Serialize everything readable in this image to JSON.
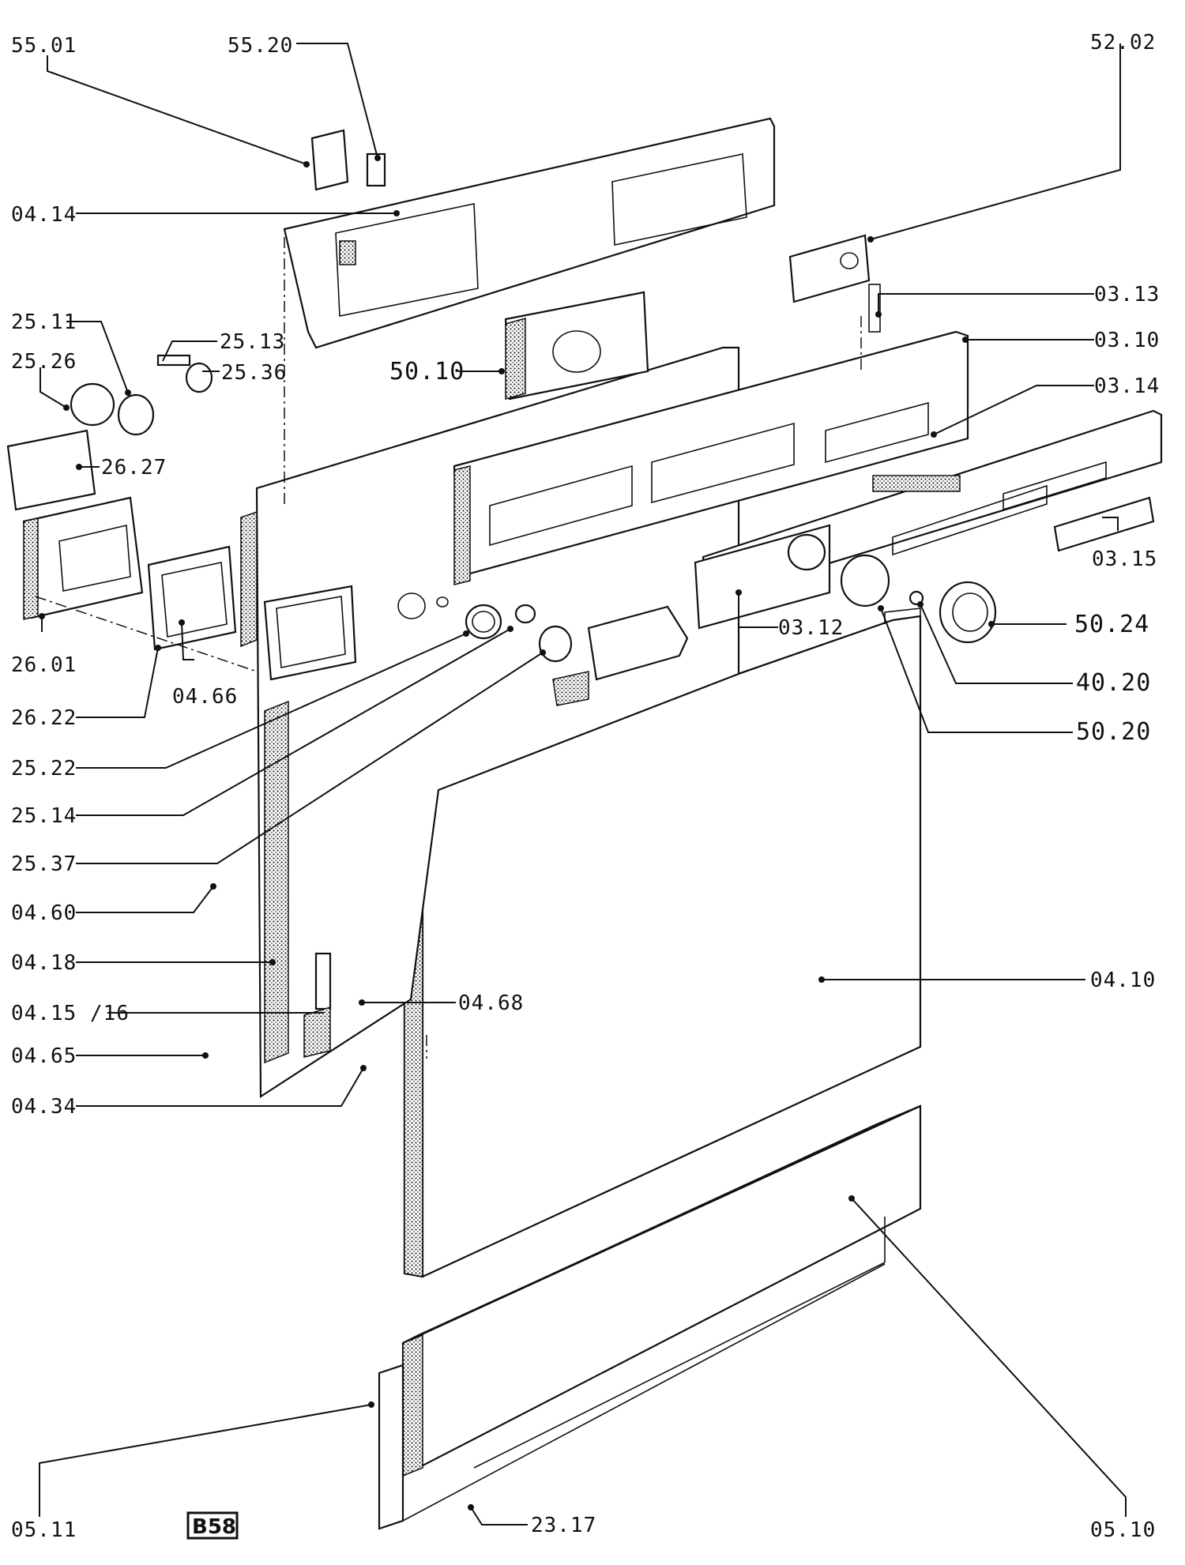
{
  "sheet_id": "B58",
  "callouts": [
    {
      "id": "c-55-01",
      "text": "55.01"
    },
    {
      "id": "c-55-20",
      "text": "55.20"
    },
    {
      "id": "c-52-02",
      "text": "52.02"
    },
    {
      "id": "c-04-14",
      "text": "04.14"
    },
    {
      "id": "c-03-13",
      "text": "03.13"
    },
    {
      "id": "c-25-11",
      "text": "25.11"
    },
    {
      "id": "c-25-13",
      "text": "25.13"
    },
    {
      "id": "c-25-26",
      "text": "25.26"
    },
    {
      "id": "c-25-36",
      "text": "25.36"
    },
    {
      "id": "c-50-10",
      "text": "50.10"
    },
    {
      "id": "c-03-10",
      "text": "03.10"
    },
    {
      "id": "c-03-14",
      "text": "03.14"
    },
    {
      "id": "c-26-27",
      "text": "26.27"
    },
    {
      "id": "c-03-15",
      "text": "03.15"
    },
    {
      "id": "c-50-24",
      "text": "50.24"
    },
    {
      "id": "c-03-12",
      "text": "03.12"
    },
    {
      "id": "c-26-01",
      "text": "26.01"
    },
    {
      "id": "c-40-20",
      "text": "40.20"
    },
    {
      "id": "c-04-66",
      "text": "04.66"
    },
    {
      "id": "c-26-22",
      "text": "26.22"
    },
    {
      "id": "c-50-20",
      "text": "50.20"
    },
    {
      "id": "c-25-22",
      "text": "25.22"
    },
    {
      "id": "c-25-14",
      "text": "25.14"
    },
    {
      "id": "c-25-37",
      "text": "25.37"
    },
    {
      "id": "c-04-60",
      "text": "04.60"
    },
    {
      "id": "c-04-18",
      "text": "04.18"
    },
    {
      "id": "c-04-10",
      "text": "04.10"
    },
    {
      "id": "c-04-15-16",
      "text": "04.15 /16"
    },
    {
      "id": "c-04-68",
      "text": "04.68"
    },
    {
      "id": "c-04-65",
      "text": "04.65"
    },
    {
      "id": "c-04-34",
      "text": "04.34"
    },
    {
      "id": "c-05-11",
      "text": "05.11"
    },
    {
      "id": "c-23-17",
      "text": "23.17"
    },
    {
      "id": "c-05-10",
      "text": "05.10"
    }
  ]
}
